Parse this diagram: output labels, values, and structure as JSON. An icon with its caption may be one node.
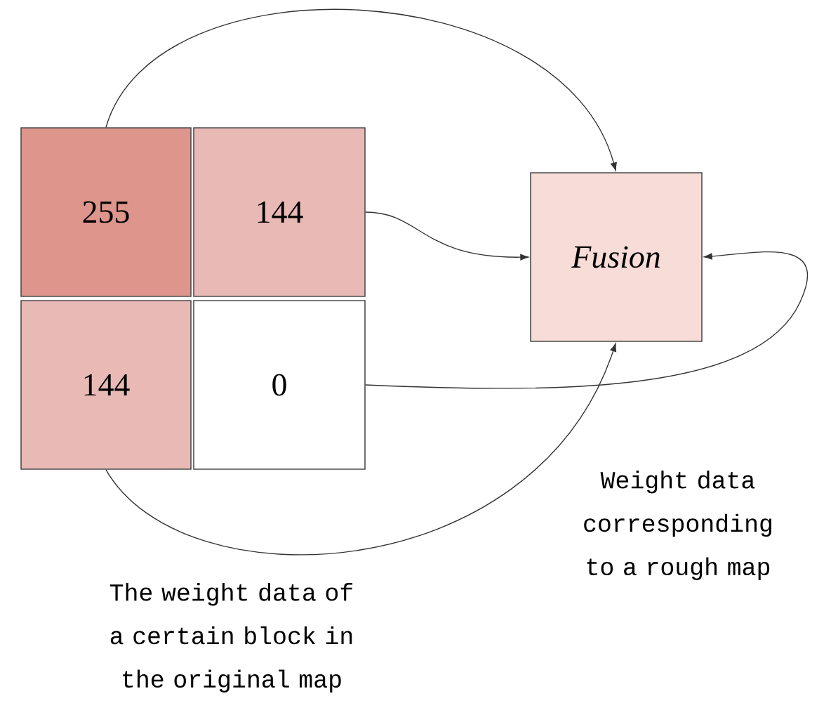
{
  "diagram": {
    "nodes": [
      {
        "text": [
          "255"
        ]
      },
      {
        "text": [
          "144"
        ]
      },
      {
        "text": [
          "144"
        ]
      },
      {
        "text": [
          "0"
        ]
      },
      {
        "text": [
          "Fusion"
        ]
      }
    ],
    "edges": [
      {
        "from": 0,
        "to": 4,
        "arrow": "to"
      },
      {
        "from": 1,
        "to": 4,
        "arrow": "to"
      },
      {
        "from": 2,
        "to": 4,
        "arrow": "to"
      },
      {
        "from": 3,
        "to": 4,
        "arrow": "to"
      }
    ],
    "labels": [
      "Weight data corresponding to a rough map",
      "The weight data of a certain block in the original map"
    ]
  }
}
